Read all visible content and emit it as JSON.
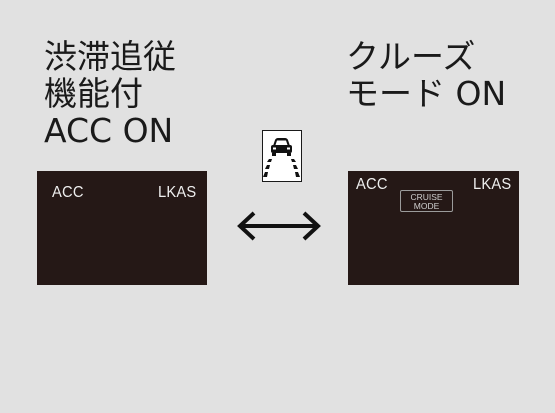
{
  "modes": {
    "left": {
      "heading_lines": [
        "渋滞追従",
        "機能付",
        "ACC ON"
      ],
      "display": {
        "acc_label": "ACC",
        "lkas_label": "LKAS"
      }
    },
    "right": {
      "heading_lines": [
        "クルーズ",
        "モード ON"
      ],
      "display": {
        "acc_label": "ACC",
        "lkas_label": "LKAS",
        "badge_lines": [
          "CRUISE",
          "MODE"
        ]
      }
    }
  },
  "icons": {
    "lane_icon": "lane-keeping-car-icon",
    "switch_arrow": "double-headed-arrow-icon"
  },
  "colors": {
    "background": "#e1e1e1",
    "display_bg": "#251816",
    "display_text": "#eeeeee"
  }
}
